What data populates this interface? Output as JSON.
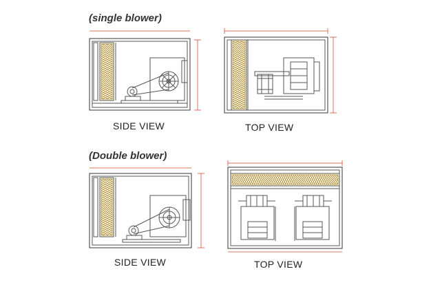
{
  "sections": [
    {
      "heading": "(single blower)",
      "side_caption": "SIDE VIEW",
      "top_caption": "TOP VIEW"
    },
    {
      "heading": "(Double  blower)",
      "side_caption": "SIDE VIEW",
      "top_caption": "TOP VIEW"
    }
  ],
  "colors": {
    "outline": "#555555",
    "dimension_line": "#d9472b",
    "filter_fill": "#c9a23a",
    "background": "#ffffff"
  },
  "icons": [
    "fan-wheel-icon",
    "motor-icon",
    "belt-drive-icon",
    "coil-filter-icon"
  ]
}
